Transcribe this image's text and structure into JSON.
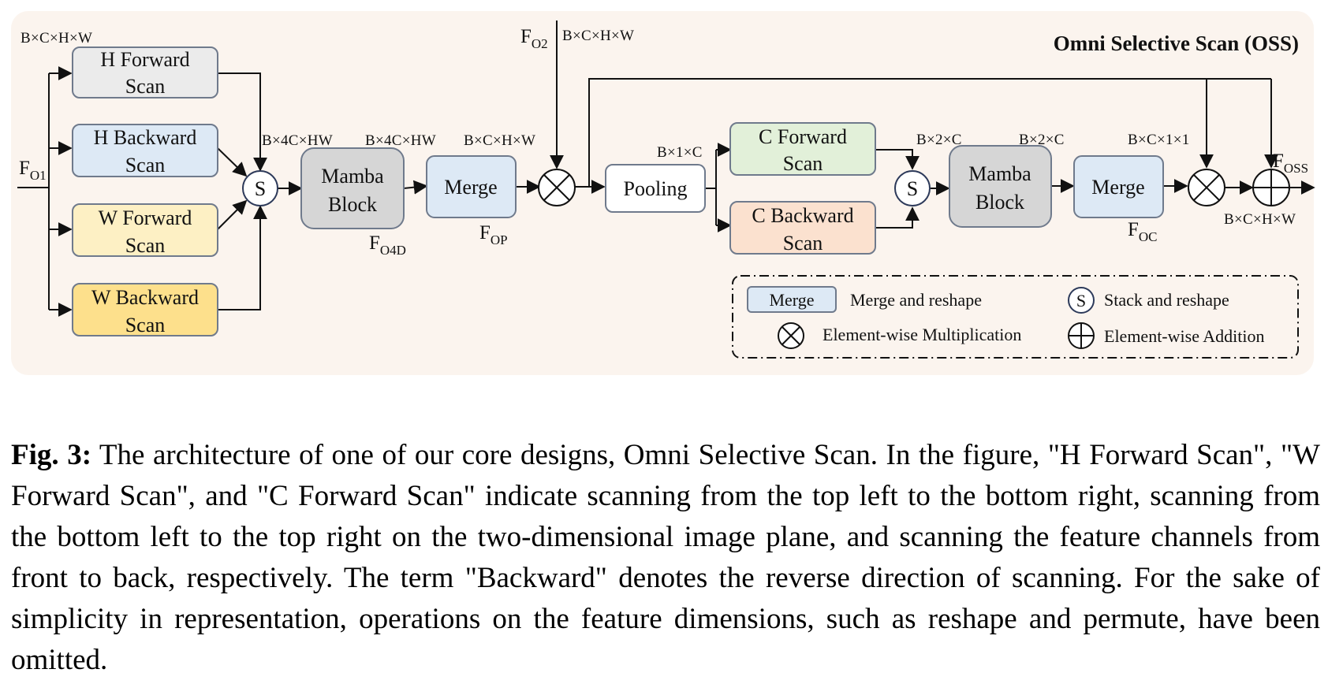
{
  "title": "Omni Selective Scan (OSS)",
  "colors": {
    "panel_bg": "#fbf4ee",
    "h_forward": "#ebebeb",
    "h_backward": "#dde9f5",
    "w_forward": "#fdf0c4",
    "w_backward": "#fde08c",
    "mamba": "#d6d6d6",
    "merge": "#dde9f5",
    "pooling": "#ffffff",
    "c_forward": "#e2f0d9",
    "c_backward": "#fbe1cf",
    "stroke": "#6f7a8c"
  },
  "nodes": {
    "h_forward": [
      "H Forward",
      "Scan"
    ],
    "h_backward": [
      "H Backward",
      "Scan"
    ],
    "w_forward": [
      "W Forward",
      "Scan"
    ],
    "w_backward": [
      "W Backward",
      "Scan"
    ],
    "stack1": "S",
    "mamba1": [
      "Mamba",
      "Block"
    ],
    "merge1": "Merge",
    "pooling": "Pooling",
    "c_forward": [
      "C Forward",
      "Scan"
    ],
    "c_backward": [
      "C Backward",
      "Scan"
    ],
    "stack2": "S",
    "mamba2": [
      "Mamba",
      "Block"
    ],
    "merge2": "Merge"
  },
  "labels": {
    "f_o1": {
      "main": "F",
      "sub": "O1"
    },
    "f_o2": {
      "main": "F",
      "sub": "O2"
    },
    "f_o4d": {
      "main": "F",
      "sub": "O4D"
    },
    "f_op": {
      "main": "F",
      "sub": "OP"
    },
    "f_oc": {
      "main": "F",
      "sub": "OC"
    },
    "f_oss": {
      "main": "F",
      "sub": "OSS"
    }
  },
  "dims": {
    "input": "B×C×H×W",
    "f_o2": "B×C×H×W",
    "stack1_out": "B×4C×HW",
    "mamba1_out": "B×4C×HW",
    "merge1_out": "B×C×H×W",
    "pool_out": "B×1×C",
    "c_fwd_out": "B×2×C",
    "mamba2_out": "B×2×C",
    "merge2_out": "B×C×1×1",
    "output": "B×C×H×W"
  },
  "legend": {
    "merge_box": "Merge",
    "merge_desc": "Merge and reshape",
    "stack_symbol": "S",
    "stack_desc": "Stack and reshape",
    "mult_desc": "Element-wise Multiplication",
    "add_desc": "Element-wise Addition"
  },
  "caption": {
    "fig_label": "Fig. 3:",
    "text": "The architecture of one of our core designs, Omni Selective Scan. In the figure, \"H Forward Scan\", \"W Forward Scan\", and \"C Forward Scan\" indicate scanning from the top left to the bottom right, scanning from the bottom left to the top right on the two-dimensional image plane, and scanning the feature channels from front to back, respectively. The term \"Backward\" denotes the reverse direction of scanning. For the sake of simplicity in representation, operations on the feature dimensions, such as reshape and permute, have been omitted."
  }
}
